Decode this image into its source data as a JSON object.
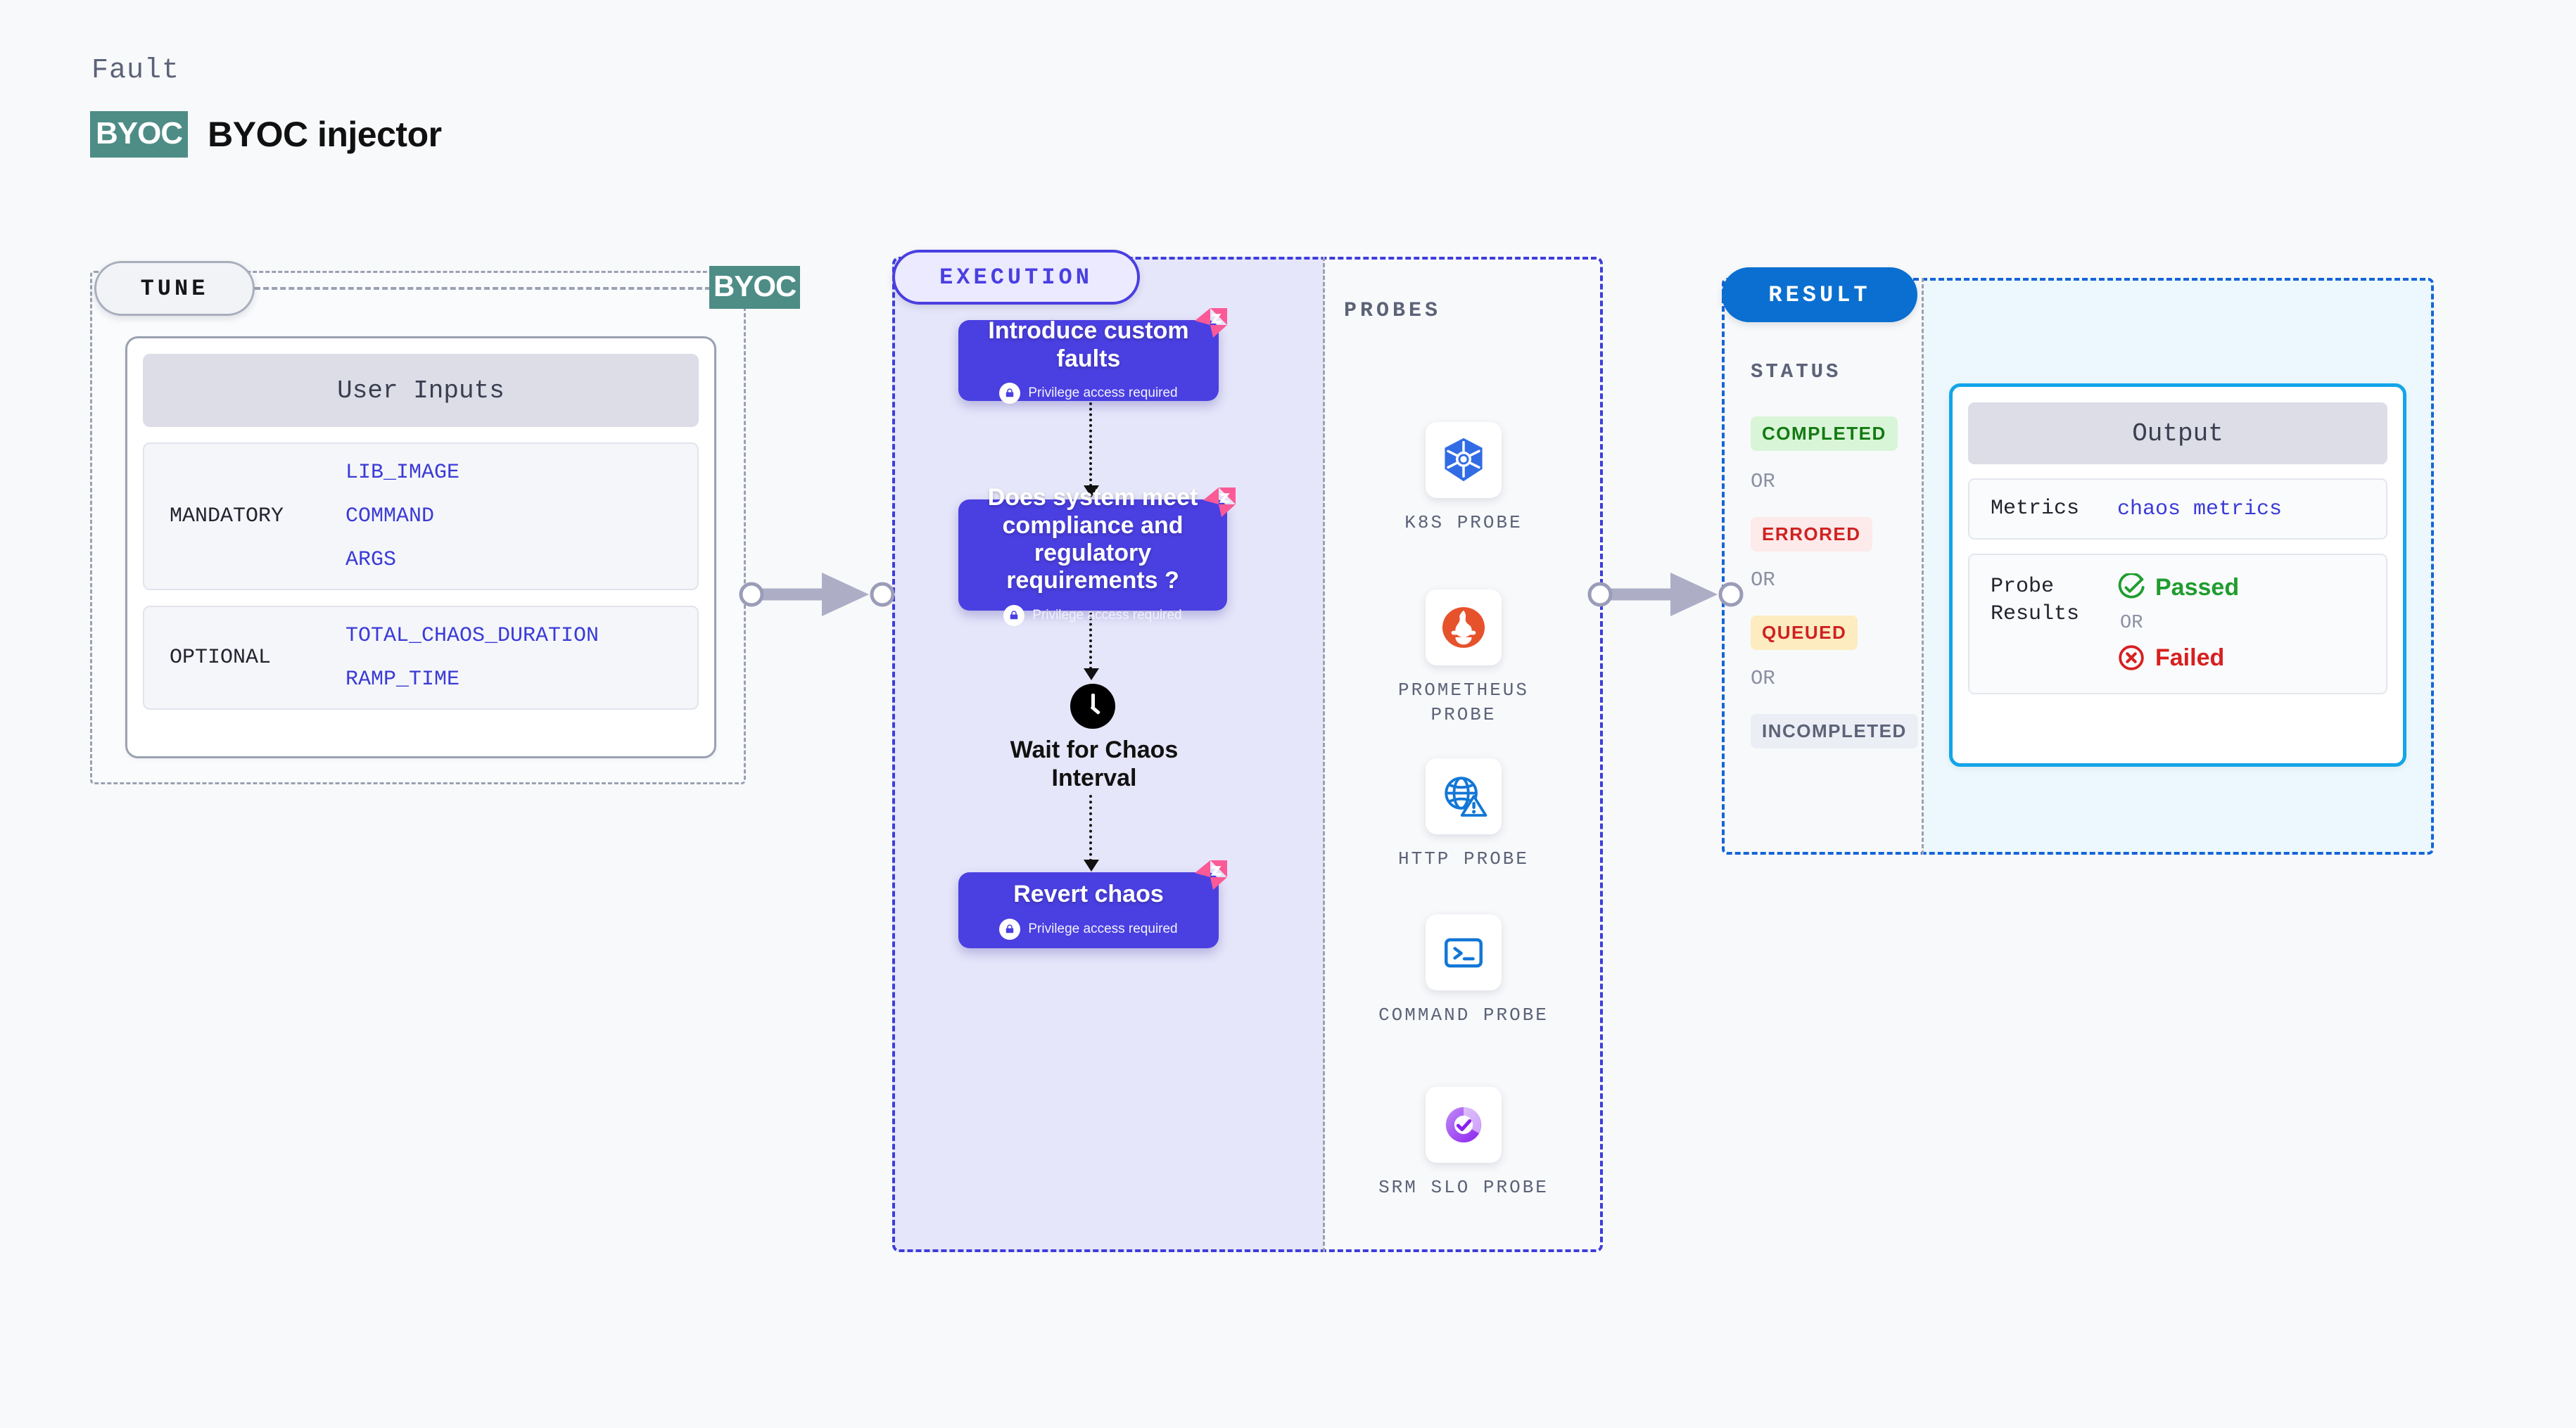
{
  "header": {
    "eyebrow": "Fault",
    "logo_text": "BYOC",
    "title": "BYOC injector",
    "logo_color": "#4e8c86"
  },
  "tune": {
    "pill_label": "TUNE",
    "tag_label": "BYOC",
    "card_title": "User Inputs",
    "groups": [
      {
        "label": "MANDATORY",
        "values": [
          "LIB_IMAGE",
          "COMMAND",
          "ARGS"
        ]
      },
      {
        "label": "OPTIONAL",
        "values": [
          "TOTAL_CHAOS_DURATION",
          "RAMP_TIME"
        ]
      }
    ]
  },
  "execution": {
    "pill_label": "EXECUTION",
    "privilege_text": "Privilege access required",
    "nodes": [
      {
        "title": "Introduce custom faults",
        "privileged": true,
        "chaos_badge": true
      },
      {
        "title": "Does system meet compliance and regulatory requirements ?",
        "privileged": true,
        "chaos_badge": true
      },
      {
        "title": "Revert chaos",
        "privileged": true,
        "chaos_badge": true
      }
    ],
    "wait_step": {
      "label": "Wait for Chaos Interval",
      "icon": "clock-icon"
    }
  },
  "probes": {
    "section_label": "PROBES",
    "items": [
      {
        "label": "K8S PROBE",
        "icon": "kubernetes-icon"
      },
      {
        "label": "PROMETHEUS PROBE",
        "icon": "prometheus-icon"
      },
      {
        "label": "HTTP PROBE",
        "icon": "globe-warning-icon"
      },
      {
        "label": "COMMAND PROBE",
        "icon": "terminal-icon"
      },
      {
        "label": "SRM SLO PROBE",
        "icon": "srm-slo-icon"
      }
    ]
  },
  "result": {
    "pill_label": "RESULT",
    "status_label": "STATUS",
    "or_label": "OR",
    "statuses": [
      {
        "label": "COMPLETED",
        "bg": "#d9f5d8",
        "fg": "#137a12"
      },
      {
        "label": "ERRORED",
        "bg": "#fdeaea",
        "fg": "#cf2121"
      },
      {
        "label": "QUEUED",
        "bg": "#fcecc0",
        "fg": "#cf2121"
      },
      {
        "label": "INCOMPLETED",
        "bg": "#eceef5",
        "fg": "#5c6378"
      }
    ],
    "output": {
      "title": "Output",
      "metrics_key": "Metrics",
      "metrics_value": "chaos metrics",
      "probe_key": "Probe Results",
      "passed_label": "Passed",
      "failed_label": "Failed",
      "or_label": "OR",
      "passed_color": "#1f9d2f",
      "failed_color": "#d81f1f"
    }
  }
}
